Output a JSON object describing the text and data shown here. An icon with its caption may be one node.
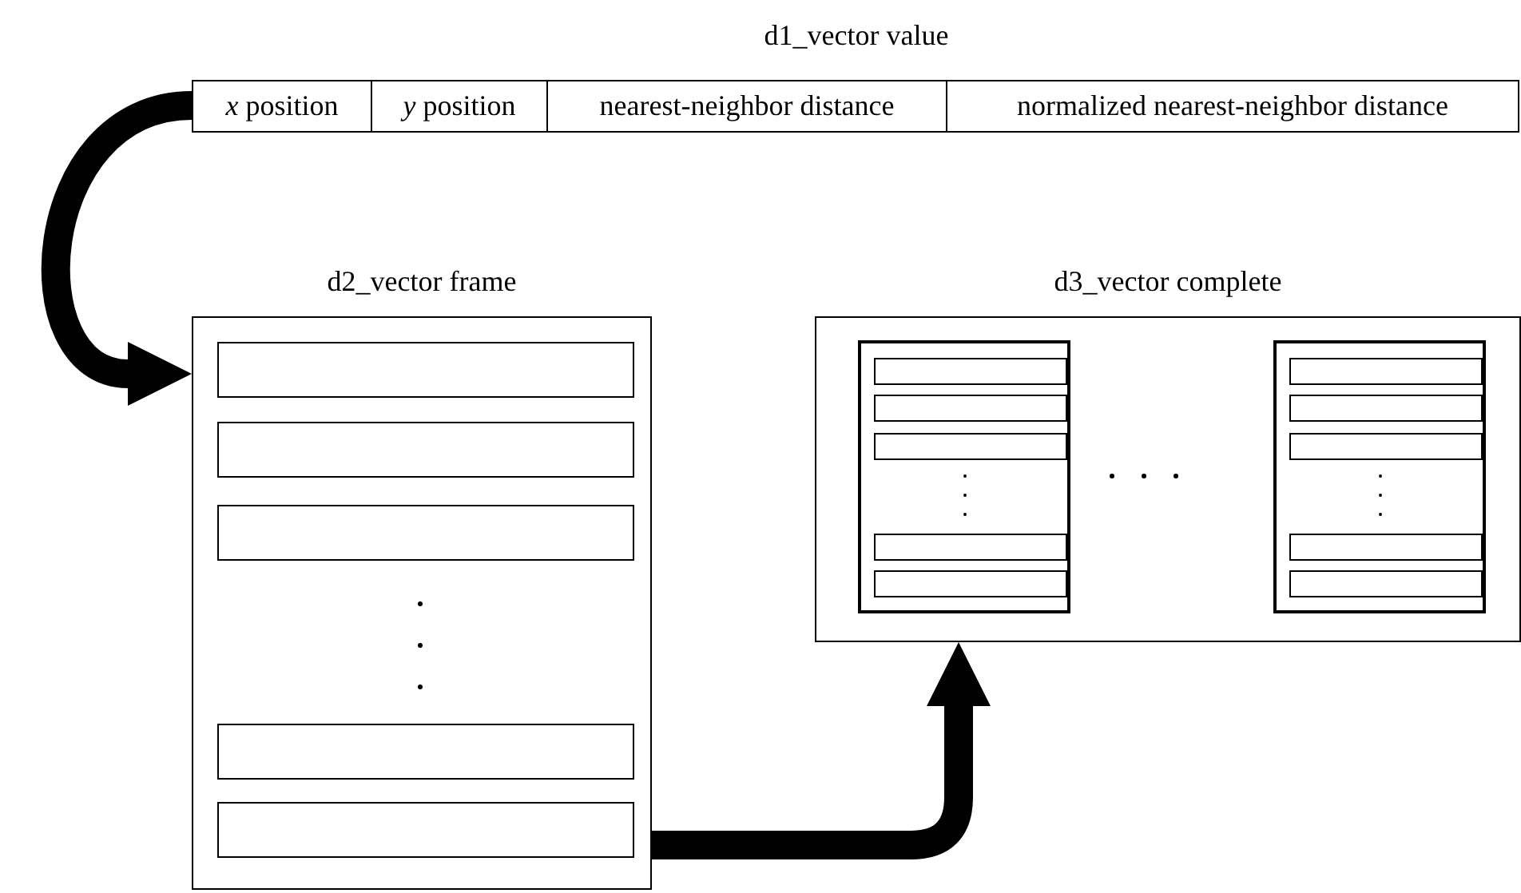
{
  "diagram": {
    "nodes": [
      {
        "text": [
          "d1_vector value"
        ]
      },
      {
        "text": [
          "*x* position"
        ],
        "in": 0
      },
      {
        "text": [
          "*y* position"
        ],
        "in": 0
      },
      {
        "text": [
          "nearest-neighbor distance"
        ],
        "in": 0
      },
      {
        "text": [
          "normalized nearest-neighbor distance"
        ],
        "in": 0
      },
      {
        "text": [
          "d2_vector frame"
        ]
      },
      {
        "text": [],
        "shape": "box",
        "in": 5
      },
      {
        "text": [],
        "shape": "box",
        "in": 5
      },
      {
        "text": [],
        "shape": "box",
        "in": 5
      },
      {
        "text": [],
        "shape": "box",
        "in": 5
      },
      {
        "text": [],
        "shape": "box",
        "in": 5
      },
      {
        "text": [
          "d3_vector complete"
        ]
      },
      {
        "text": [],
        "shape": "box",
        "in": 11
      },
      {
        "text": [],
        "shape": "box",
        "in": 12
      },
      {
        "text": [],
        "shape": "box",
        "in": 12
      },
      {
        "text": [],
        "shape": "box",
        "in": 12
      },
      {
        "text": [],
        "shape": "box",
        "in": 12
      },
      {
        "text": [],
        "shape": "box",
        "in": 12
      },
      {
        "text": [],
        "shape": "box",
        "in": 11
      },
      {
        "text": [],
        "shape": "box",
        "in": 18
      },
      {
        "text": [],
        "shape": "box",
        "in": 18
      },
      {
        "text": [],
        "shape": "box",
        "in": 18
      },
      {
        "text": [],
        "shape": "box",
        "in": 18
      },
      {
        "text": [],
        "shape": "box",
        "in": 18
      }
    ],
    "edges": [
      {
        "from": 0,
        "to": 5,
        "arrow": "to"
      },
      {
        "from": 5,
        "to": 11,
        "arrow": "to"
      }
    ]
  }
}
